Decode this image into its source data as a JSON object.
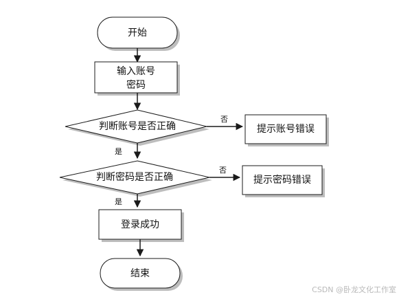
{
  "nodes": {
    "start": "开始",
    "input_line1": "输入账号",
    "input_line2": "密码",
    "check_account": "判断账号是否正确",
    "error_account": "提示账号错误",
    "check_password": "判断密码是否正确",
    "error_password": "提示密码错误",
    "login_success": "登录成功",
    "end": "结束"
  },
  "edges": {
    "no_account": "否",
    "yes_account": "是",
    "no_password": "否",
    "yes_password": "是"
  },
  "watermark": "CSDN @卧龙文化工作室",
  "colors": {
    "line": "#1a1a1a",
    "shadow": "#bdbdbd",
    "fill": "#ffffff"
  }
}
